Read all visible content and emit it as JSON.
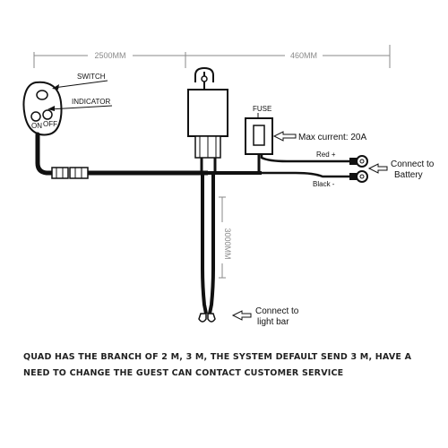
{
  "dimensions": {
    "left_length": "2500MM",
    "right_length": "460MM",
    "vertical_length": "3000MM"
  },
  "labels": {
    "switch": "SWITCH",
    "indicator": "INDICATOR",
    "on": "ON",
    "off": "OFF",
    "fuse": "FUSE",
    "max_current": "Max current: 20A",
    "red_wire": "Red +",
    "black_wire": "Black -",
    "connect_battery_line1": "Connect to",
    "connect_battery_line2": "Battery",
    "connect_lightbar_line1": "Connect to",
    "connect_lightbar_line2": "light bar"
  },
  "note": "QUAD HAS THE BRANCH OF 2 M, 3 M, THE SYSTEM DEFAULT SEND 3 M, HAVE A NEED TO CHANGE THE GUEST CAN CONTACT CUSTOMER SERVICE",
  "colors": {
    "wire": "#111111",
    "dimension_line": "#8a8a8a"
  }
}
